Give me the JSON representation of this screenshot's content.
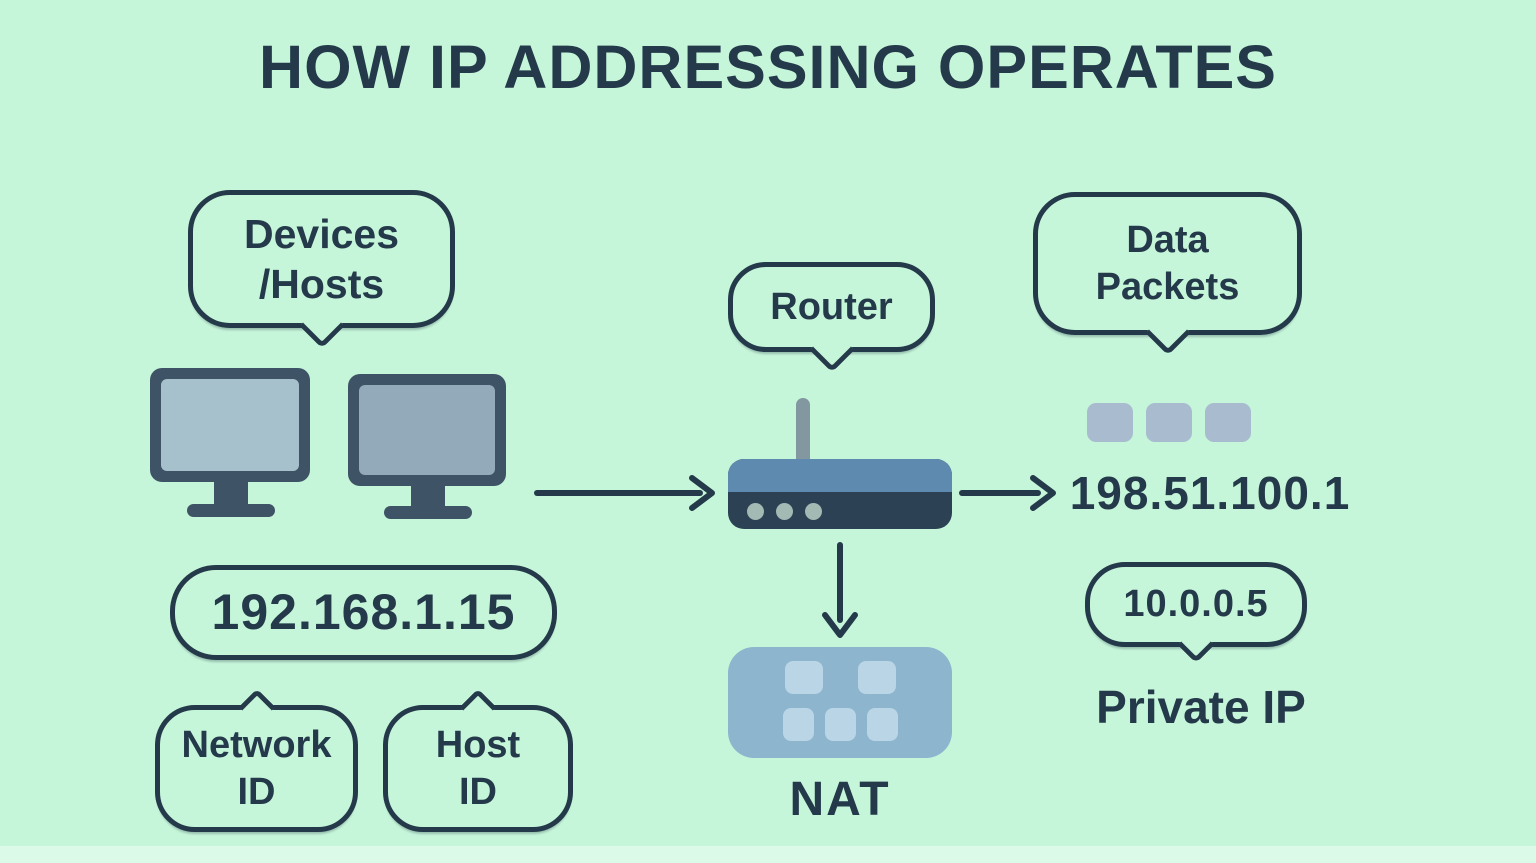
{
  "title": "HOW IP ADDRESSING OPERATES",
  "bubbles": {
    "devices_hosts": {
      "line1": "Devices",
      "line2": "/Hosts"
    },
    "router": {
      "label": "Router"
    },
    "data_packets": {
      "line1": "Data",
      "line2": "Packets"
    },
    "local_ip": {
      "label": "192.168.1.15"
    },
    "network_id": {
      "line1": "Network",
      "line2": "ID"
    },
    "host_id": {
      "line1": "Host",
      "line2": "ID"
    },
    "private_ip": {
      "label": "10.0.0.5"
    }
  },
  "texts": {
    "public_ip": "198.51.100.1",
    "nat": "NAT",
    "private_ip_caption": "Private IP"
  },
  "icons": {
    "monitor": "css-shape-monitor",
    "router": "css-shape-router",
    "nat": "css-shape-nat-box",
    "data_packet": "css-square",
    "arrow": "svg-chevron-arrow"
  },
  "colors": {
    "bg": "#c6f6da",
    "ink": "#24394a",
    "router-top": "#5e8ab0",
    "router-bottom": "#2c4254",
    "monitor-frame": "#3e5366",
    "screen-a": "#a7c1cc",
    "screen-b": "#92aab9",
    "antenna": "#8297a0",
    "led": "#a3b9b4",
    "nat-box": "#8db5ce",
    "nat-square": "#b9d5e6",
    "packet": "#a9bccf",
    "strip": "#dcfae8"
  }
}
